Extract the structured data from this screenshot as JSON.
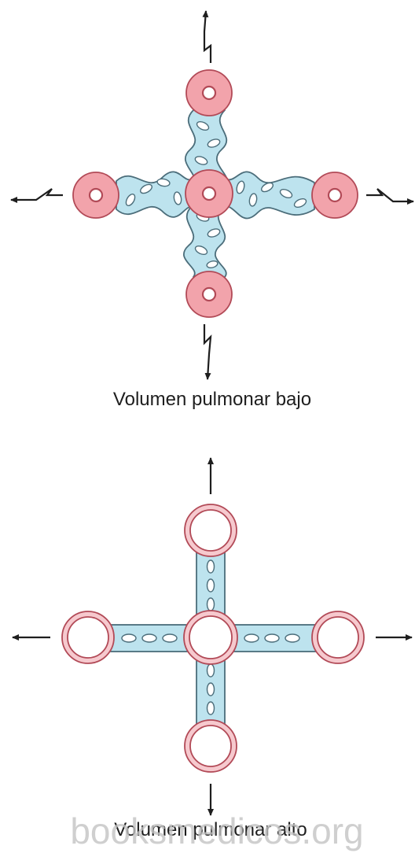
{
  "low_volume": {
    "caption": "Volumen pulmonar bajo"
  },
  "high_volume": {
    "caption": "Volumen pulmonar alto"
  },
  "watermark": "booksmedicos.org",
  "colors": {
    "vessel_fill": "#f2a3ab",
    "vessel_stroke": "#b24a57",
    "vessel_fill_light": "#f6c9ce",
    "tissue_fill": "#bde3ee",
    "tissue_stroke": "#4b6d7a",
    "ink": "#1e1e1e"
  }
}
